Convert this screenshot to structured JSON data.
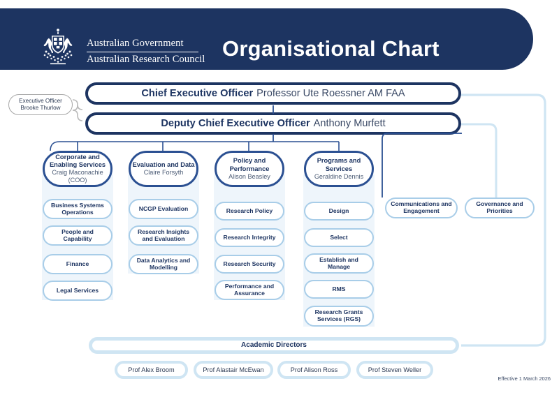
{
  "header": {
    "gov_line1": "Australian Government",
    "gov_line2": "Australian Research Council",
    "title": "Organisational Chart",
    "crest_icon": "australian-coat-of-arms",
    "band_color": "#1d3461"
  },
  "executive_officer": {
    "role": "Executive Officer",
    "name": "Brooke Thurlow"
  },
  "ceo": {
    "role": "Chief Executive Officer",
    "name": "Professor Ute Roessner AM FAA"
  },
  "dceo": {
    "role": "Deputy Chief Executive Officer",
    "name": "Anthony Murfett"
  },
  "divisions": [
    {
      "title": "Corporate and Enabling Services",
      "lead": "Craig Maconachie (COO)",
      "units": [
        "Business Systems Operations",
        "People and Capability",
        "Finance",
        "Legal Services"
      ]
    },
    {
      "title": "Evaluation and Data",
      "lead": "Claire Forsyth",
      "units": [
        "NCGP Evaluation",
        "Research Insights and Evaluation",
        "Data Analytics and Modelling"
      ]
    },
    {
      "title": "Policy and Performance",
      "lead": "Alison Beasley",
      "units": [
        "Research Policy",
        "Research Integrity",
        "Research Security",
        "Performance and Assurance"
      ]
    },
    {
      "title": "Programs and Services",
      "lead": "Geraldine Dennis",
      "units": [
        "Design",
        "Select",
        "Establish and Manage",
        "RMS",
        "Research Grants Services (RGS)"
      ]
    }
  ],
  "standalone_units": [
    "Communications and Engagement",
    "Governance and Priorities"
  ],
  "academic": {
    "heading": "Academic Directors",
    "members": [
      "Prof Alex Broom",
      "Prof Alastair McEwan",
      "Prof Alison Ross",
      "Prof Steven Weller"
    ]
  },
  "footer": {
    "effective_date": "Effective 1 March 2026"
  },
  "colors": {
    "navy": "#1d3461",
    "mid_blue": "#2b5092",
    "light_blue": "#a8cde8",
    "pale_blue": "#cfe5f3",
    "panel": "#eef5fb"
  }
}
